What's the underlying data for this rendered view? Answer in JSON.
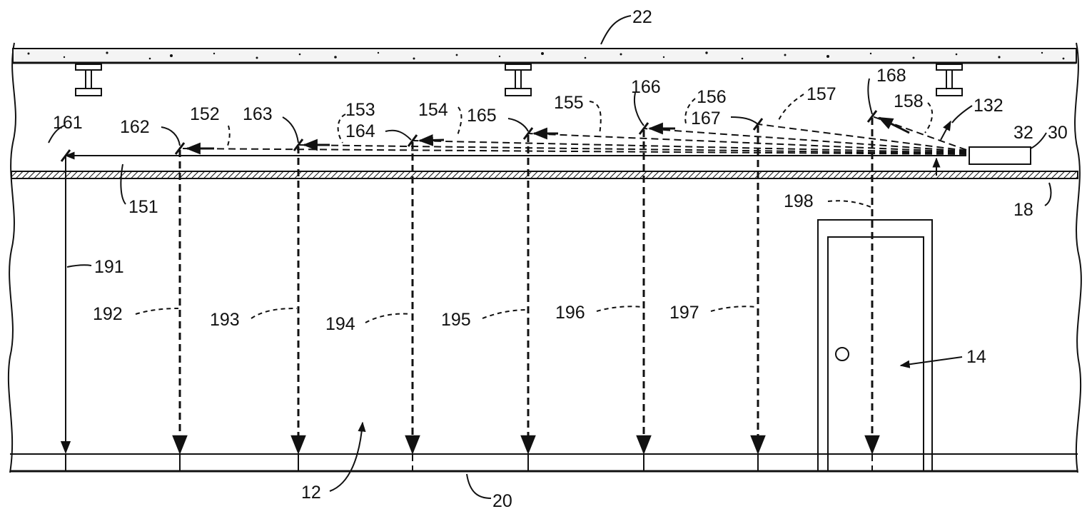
{
  "labels": {
    "l22": "22",
    "l161": "161",
    "l162": "162",
    "l152": "152",
    "l163": "163",
    "l153": "153",
    "l164": "164",
    "l154": "154",
    "l165": "165",
    "l155": "155",
    "l166": "166",
    "l156": "156",
    "l167": "167",
    "l157": "157",
    "l168": "168",
    "l158": "158",
    "l132": "132",
    "l32": "32",
    "l30": "30",
    "l151": "151",
    "l18": "18",
    "l198": "198",
    "l191": "191",
    "l192": "192",
    "l193": "193",
    "l194": "194",
    "l195": "195",
    "l196": "196",
    "l197": "197",
    "l14": "14",
    "l12": "12",
    "l20": "20"
  },
  "colors": {
    "ink": "#111111",
    "paper": "#ffffff",
    "ceiling_fill": "#f4f4f4"
  }
}
